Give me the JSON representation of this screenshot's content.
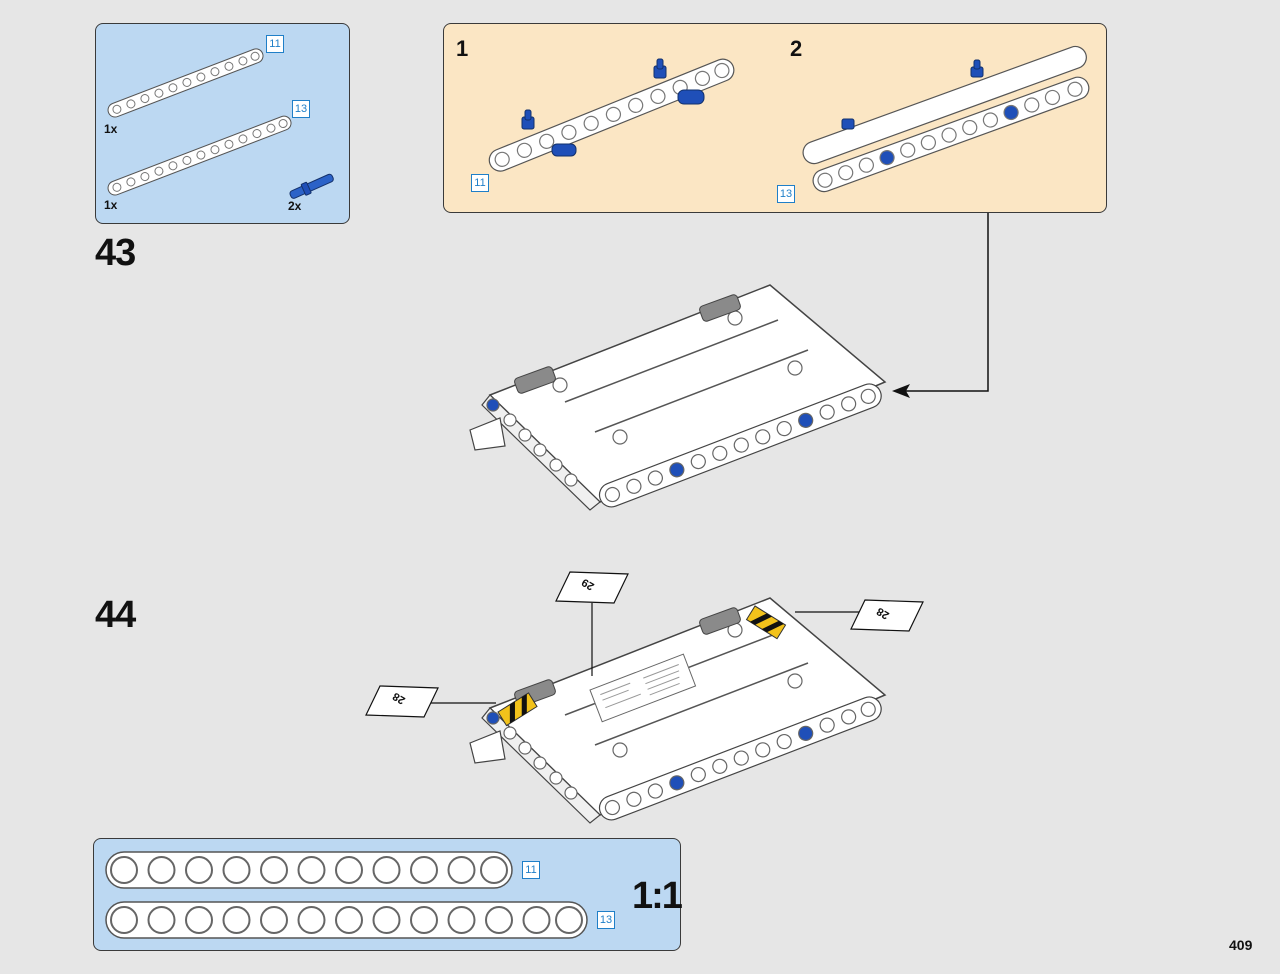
{
  "parts_list": {
    "items": [
      {
        "length": "11",
        "quantity": "1x"
      },
      {
        "length": "13",
        "quantity": "1x"
      },
      {
        "length": "",
        "quantity": "2x",
        "icon": "blue-axle-pin-icon"
      }
    ]
  },
  "steps": [
    {
      "number": "43"
    },
    {
      "number": "44"
    }
  ],
  "subassembly": {
    "substeps": [
      {
        "number": "1",
        "beam_length": "11"
      },
      {
        "number": "2",
        "beam_length": "13"
      }
    ]
  },
  "stickers": [
    {
      "label": "29"
    },
    {
      "label": "28"
    },
    {
      "label": "28"
    }
  ],
  "scale_ruler": {
    "label": "1:1",
    "beams": [
      {
        "length": "11",
        "holes": 11
      },
      {
        "length": "13",
        "holes": 13
      }
    ]
  },
  "page_number": "409",
  "colors": {
    "page_bg": "#e6e6e6",
    "parts_panel_bg": "#bcd8f2",
    "subassembly_bg": "#fbe6c4",
    "length_badge": "#1f7fc8",
    "pin_blue": "#1f4fb8",
    "hazard_yellow": "#f2c21b"
  }
}
